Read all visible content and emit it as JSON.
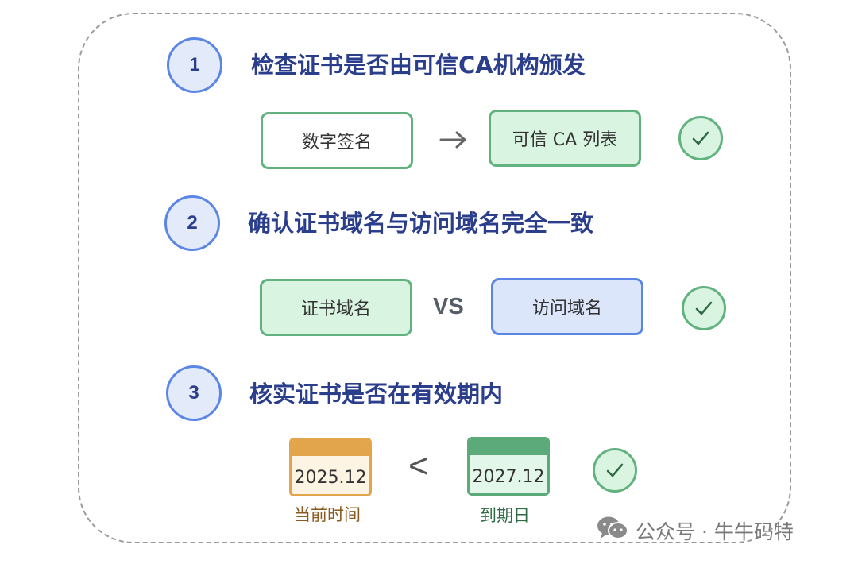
{
  "steps": [
    {
      "number": "1",
      "title": "检查证书是否由可信CA机构颁发"
    },
    {
      "number": "2",
      "title": "确认证书域名与访问域名完全一致"
    },
    {
      "number": "3",
      "title": "核实证书是否在有效期内"
    }
  ],
  "row1": {
    "left": "数字签名",
    "operator": "→",
    "right": "可信 CA 列表"
  },
  "row2": {
    "left": "证书域名",
    "operator": "VS",
    "right": "访问域名"
  },
  "row3": {
    "left_date": "2025.12",
    "left_label": "当前时间",
    "operator": "<",
    "right_date": "2027.12",
    "right_label": "到期日"
  },
  "checks": [
    "✓",
    "✓",
    "✓"
  ],
  "watermark": {
    "text": "公众号 · 牛牛码特",
    "icon": "wechat-icon"
  },
  "colors": {
    "title": "#2b3e8c",
    "green_border": "#62b27f",
    "green_fill": "#d9f5e1",
    "blue_border": "#5b86e5",
    "blue_fill": "#dbe6fb",
    "orange": "#e2a54c",
    "current_time_label": "#8a5a1e",
    "expiry_label": "#2f6a44"
  }
}
